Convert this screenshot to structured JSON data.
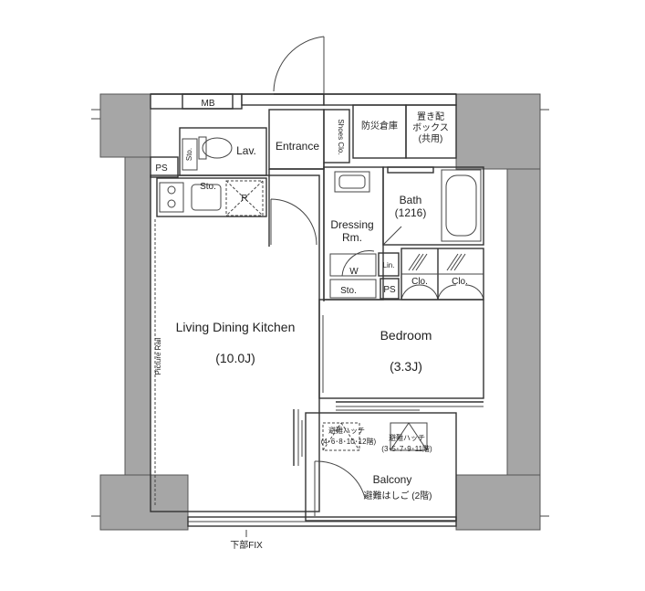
{
  "labels": {
    "mb": "MB",
    "sto_toilet": "Sto.",
    "lav": "Lav.",
    "entrance": "Entrance",
    "shoes_clo": "Shoes Clo.",
    "disaster_storage": "防災倉庫",
    "delivery_box_1": "置き配",
    "delivery_box_2": "ボックス",
    "delivery_box_3": "(共用)",
    "ps_left": "PS",
    "sto_kitchen": "Sto.",
    "r": "R",
    "bath_1": "Bath",
    "bath_2": "(1216)",
    "dressing_1": "Dressing",
    "dressing_2": "Rm.",
    "lin": "Lin.",
    "w": "W",
    "sto_dressing": "Sto.",
    "ps_right": "PS",
    "clo_1": "Clo.",
    "clo_2": "Clo.",
    "ldk_1": "Living Dining Kitchen",
    "ldk_2": "(10.0J)",
    "bedroom_1": "Bedroom",
    "bedroom_2": "(3.3J)",
    "picture_rail": "Picture Rail",
    "hatch_a_1": "避難ハッチ",
    "hatch_a_2": "(4･6･8･10･12階)",
    "hatch_b_1": "避難ハッチ",
    "hatch_b_2": "(3･5･7･9･11階)",
    "balcony": "Balcony",
    "ladder": "避難はしご (2階)",
    "lower_fix": "下部FIX"
  }
}
